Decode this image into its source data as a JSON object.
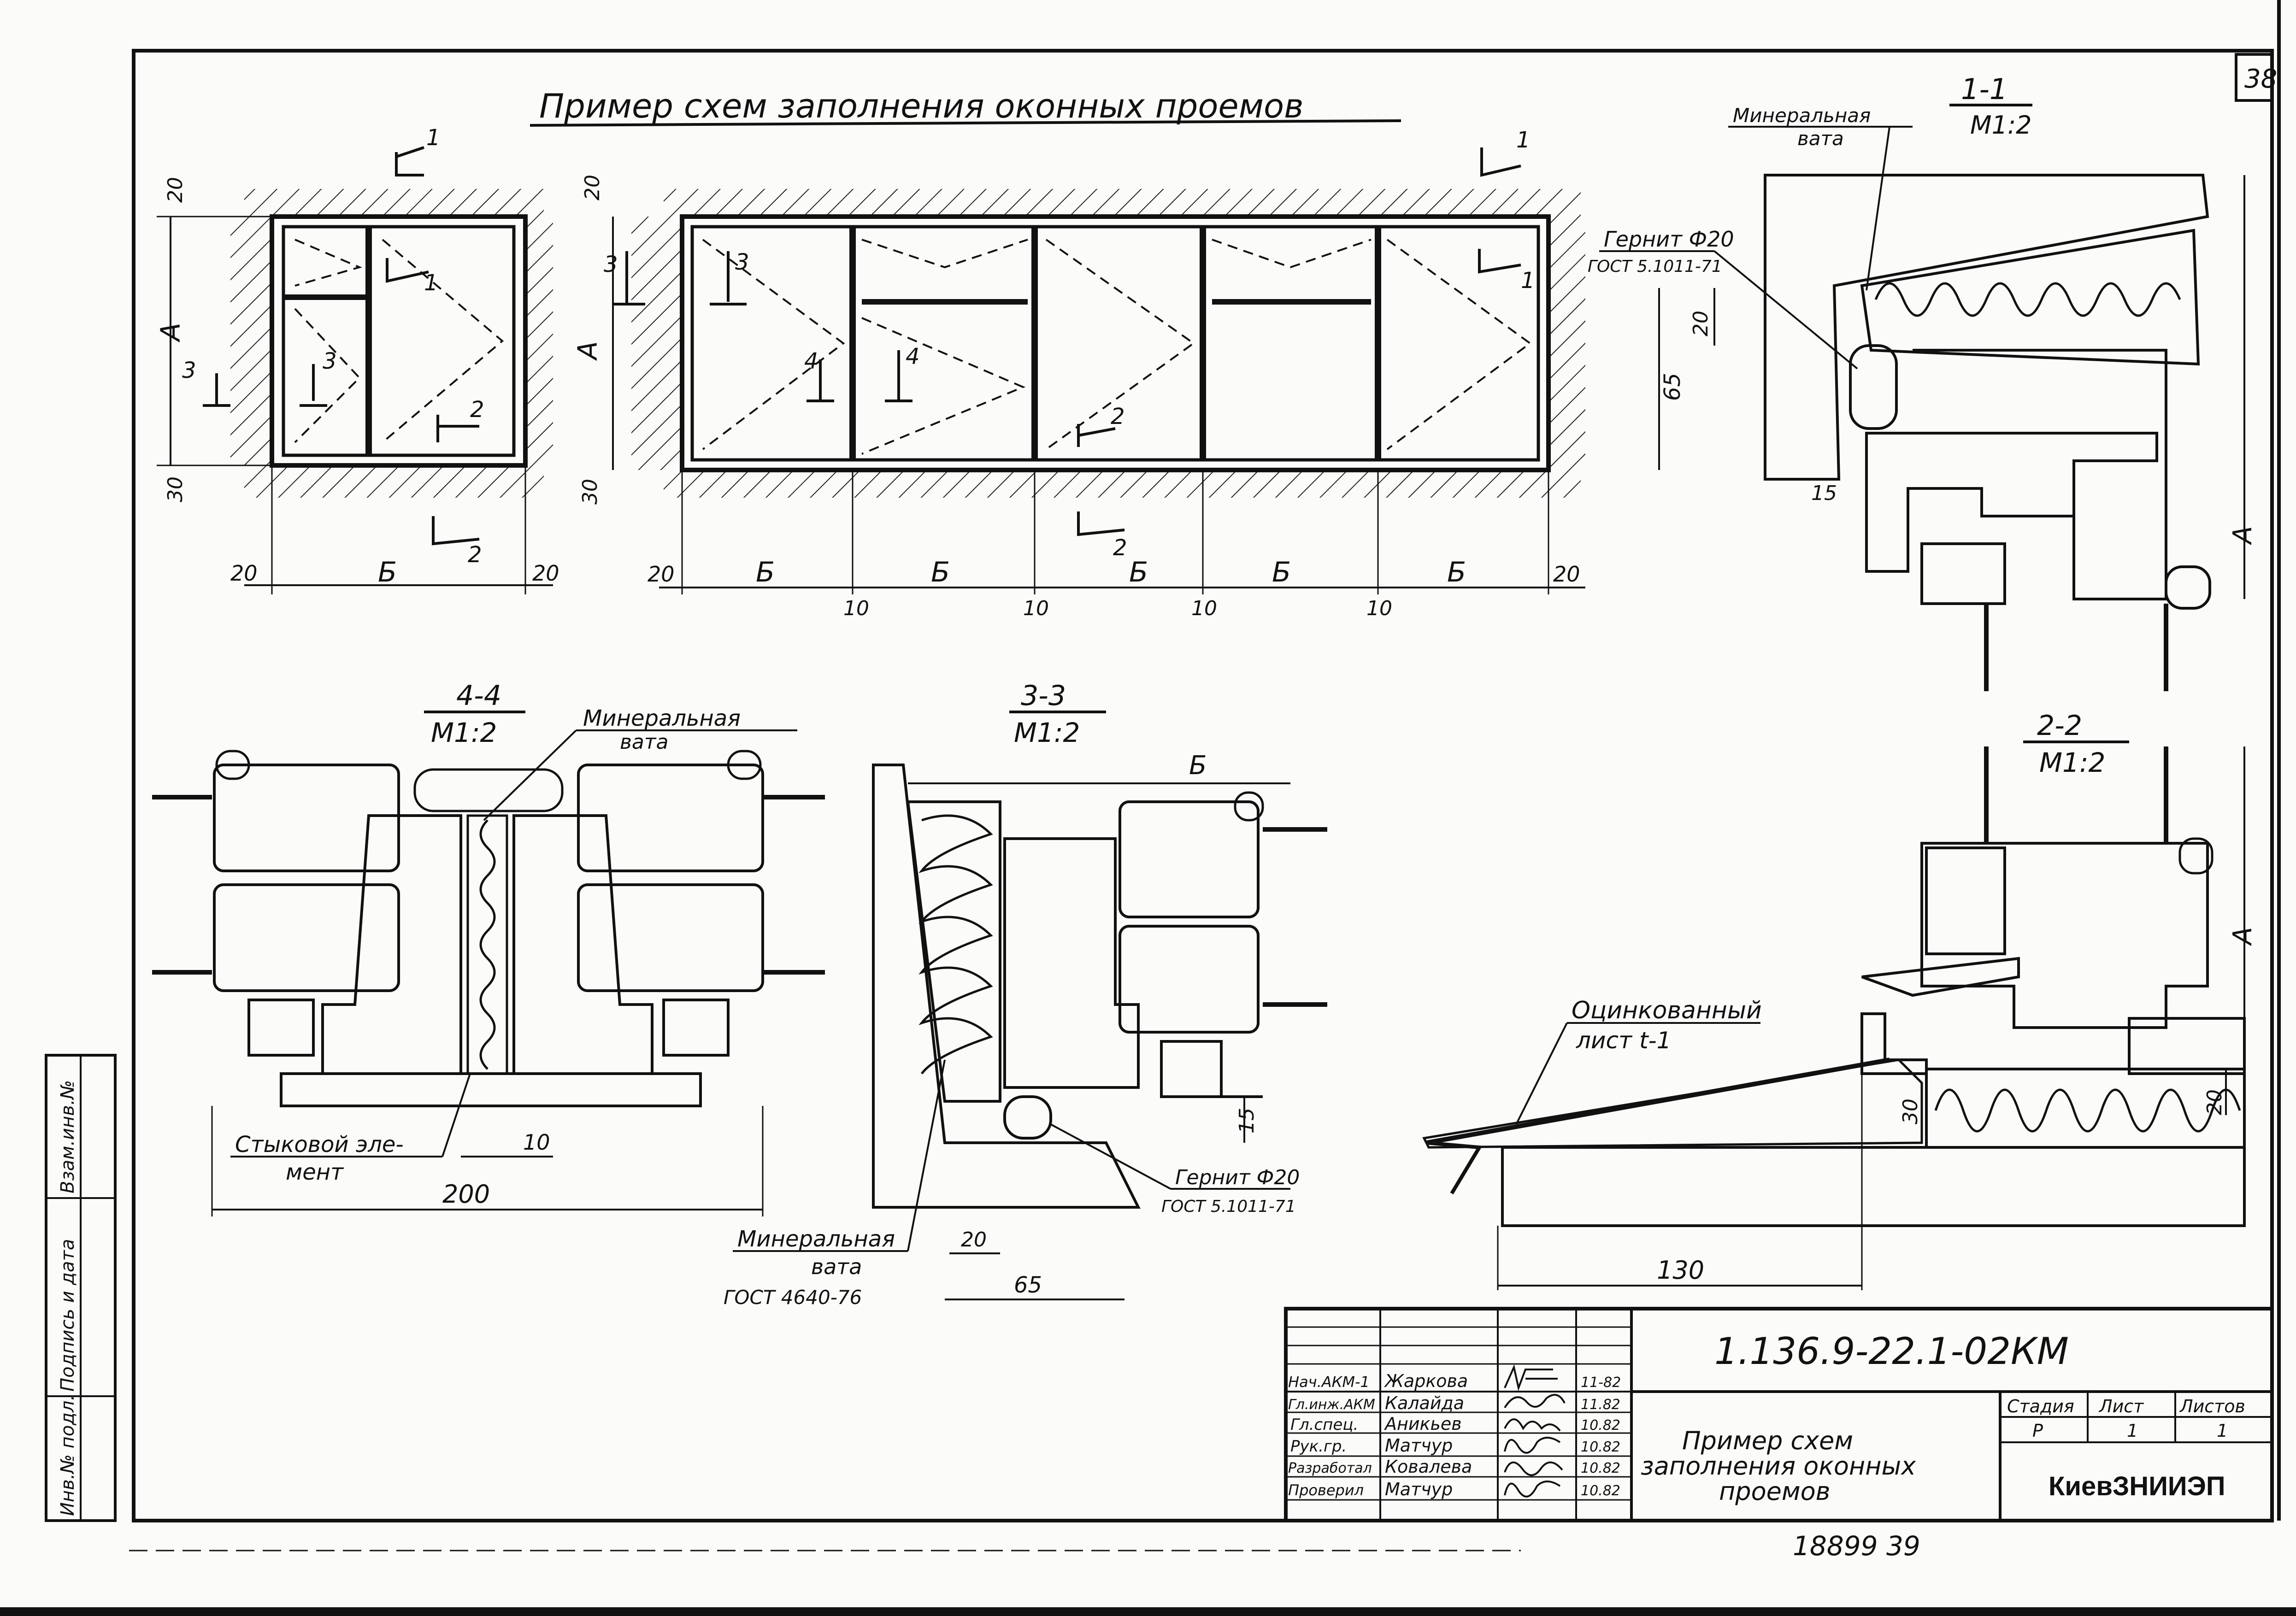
{
  "sheet": {
    "page_number": "38",
    "title": "Пример схем заполнения оконных проемов",
    "bottom_number": "18899  39"
  },
  "elevation": {
    "dim_top": "20",
    "dim_bottom": "30",
    "dim_height": "А",
    "dim_width": "Б",
    "dim_side": "20",
    "dim_gap": "10",
    "cut_1": "1",
    "cut_2": "2",
    "cut_3": "3",
    "cut_4": "4"
  },
  "section_1_1": {
    "title": "1-1",
    "scale": "М1:2",
    "label_wool": "Минеральная вата",
    "label_gernit": "Гернит Ф20",
    "label_gost": "ГОСТ 5.1011-71",
    "dim_20": "20",
    "dim_65": "65",
    "dim_15": "15",
    "dim_A": "А"
  },
  "section_4_4": {
    "title": "4-4",
    "scale": "М1:2",
    "label_wool": "Минеральная вата",
    "label_joint": "Стыковой эле-мент",
    "dim_10": "10",
    "dim_200": "200"
  },
  "section_3_3": {
    "title": "3-3",
    "scale": "М1:2",
    "dim_B": "Б",
    "dim_15": "15",
    "dim_20": "20",
    "dim_65": "65",
    "label_gernit": "Гернит Ф20",
    "label_gost": "ГОСТ 5.1011-71",
    "label_wool": "Минеральная вата",
    "label_wool_gost": "ГОСТ 4640-76"
  },
  "section_2_2": {
    "title": "2-2",
    "scale": "М1:2",
    "label_sheet": "Оцинкованный лист t-1",
    "dim_30": "30",
    "dim_20": "20",
    "dim_130": "130",
    "dim_A": "А"
  },
  "title_block": {
    "code": "1.136.9-22.1-02КМ",
    "drawing_title": "Пример схем заполнения оконных проемов",
    "stage_header": "Стадия",
    "sheet_header": "Лист",
    "sheets_header": "Листов",
    "stage": "Р",
    "sheet": "1",
    "sheets": "1",
    "organization": "КиевЗНИИЭП",
    "rows": [
      {
        "role": "Нач.АКМ-1",
        "name": "Жаркова",
        "date": "11-82"
      },
      {
        "role": "Гл.инж.АКМ",
        "name": "Калайда",
        "date": "11.82"
      },
      {
        "role": "Гл.спец.",
        "name": "Аникьев",
        "date": "10.82"
      },
      {
        "role": "Рук.гр.",
        "name": "Матчур",
        "date": "10.82"
      },
      {
        "role": "Разработал",
        "name": "Ковалева",
        "date": "10.82"
      },
      {
        "role": "Проверил",
        "name": "Матчур",
        "date": "10.82"
      }
    ]
  },
  "side_stamp": {
    "field_1": "Инв.№ подл.",
    "field_2": "Подпись и дата",
    "field_3": "Взам.инв.№"
  }
}
